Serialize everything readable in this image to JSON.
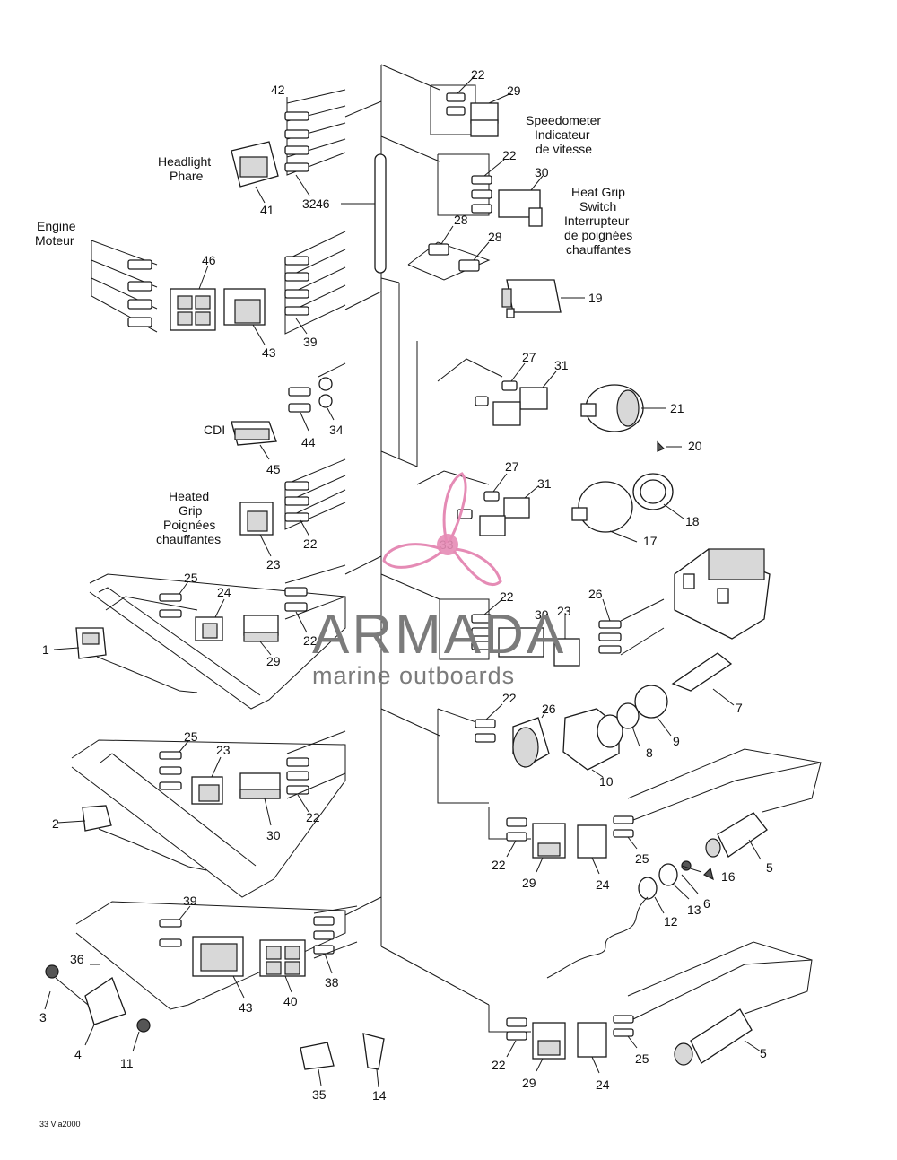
{
  "labels": {
    "speedometer_en": "Speedometer",
    "speedometer_fr": "Indicateur",
    "speedometer_fr2": "de vitesse",
    "headlight_en": "Headlight",
    "headlight_fr": "Phare",
    "heatgrip_switch_1": "Heat Grip",
    "heatgrip_switch_2": "Switch",
    "heatgrip_switch_3": "Interrupteur",
    "heatgrip_switch_4": "de poignées",
    "heatgrip_switch_5": "chauffantes",
    "engine_en": "Engine",
    "engine_fr": "Moteur",
    "cdi": "CDI",
    "heated_1": "Heated",
    "heated_2": "Grip",
    "heated_3": "Poignées",
    "heated_4": "chauffantes"
  },
  "part_numbers": {
    "p1": "1",
    "p2": "2",
    "p3": "3",
    "p4": "4",
    "p5a": "5",
    "p5b": "5",
    "p6": "6",
    "p7": "7",
    "p8": "8",
    "p9": "9",
    "p10": "10",
    "p11": "11",
    "p12": "12",
    "p13": "13",
    "p14": "14",
    "p16": "16",
    "p17": "17",
    "p18": "18",
    "p19": "19",
    "p20": "20",
    "p21": "21",
    "p22a": "22",
    "p22b": "22",
    "p22c": "22",
    "p22d": "22",
    "p22e": "22",
    "p22f": "22",
    "p22g": "22",
    "p22h": "22",
    "p22i": "22",
    "p23a": "23",
    "p23b": "23",
    "p23c": "23",
    "p24a": "24",
    "p24b": "24",
    "p24c": "24",
    "p25a": "25",
    "p25b": "25",
    "p25c": "25",
    "p25d": "25",
    "p26a": "26",
    "p26b": "26",
    "p27a": "27",
    "p27b": "27",
    "p28a": "28",
    "p28b": "28",
    "p29a": "29",
    "p29b": "29",
    "p29c": "29",
    "p29d": "29",
    "p30a": "30",
    "p30b": "30",
    "p30c": "30",
    "p31a": "31",
    "p31b": "31",
    "p32": "32",
    "p33": "33",
    "p34": "34",
    "p35": "35",
    "p36": "36",
    "p38": "38",
    "p39a": "39",
    "p39b": "39",
    "p40": "40",
    "p41": "41",
    "p42": "42",
    "p43a": "43",
    "p43b": "43",
    "p44": "44",
    "p45": "45",
    "p46a": "46",
    "p46b": "46"
  },
  "footer": {
    "code": "33 Vla2000"
  },
  "watermark": {
    "brand": "ARMADA",
    "tagline": "marine outboards"
  },
  "colors": {
    "line": "#1a1a1a",
    "watermark_pink": "#e58bb5",
    "watermark_gray": "#7b7b7b"
  }
}
